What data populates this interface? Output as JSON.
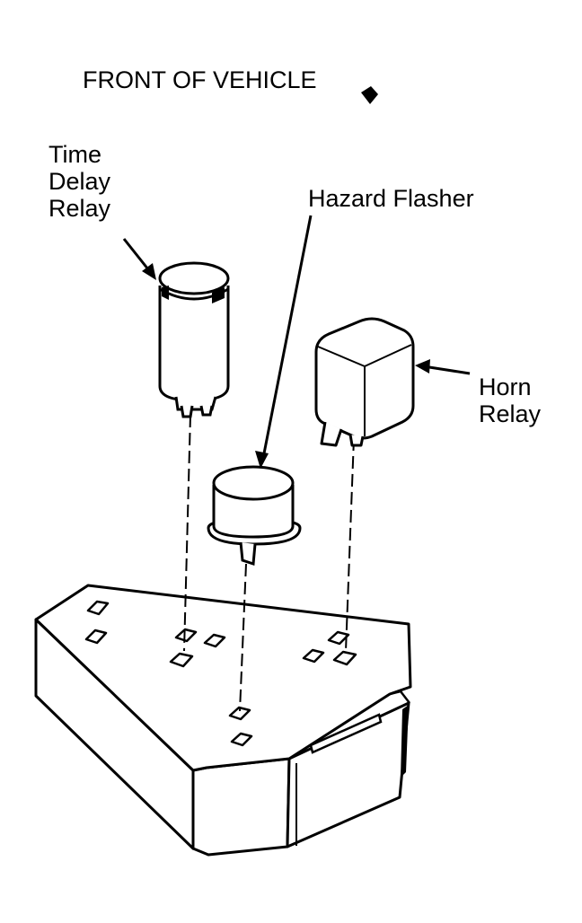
{
  "title": "FRONT OF VEHICLE",
  "labels": {
    "time_delay_relay": [
      "Time",
      "Delay",
      "Relay"
    ],
    "hazard_flasher": "Hazard Flasher",
    "horn_relay": [
      "Horn",
      "Relay"
    ]
  }
}
